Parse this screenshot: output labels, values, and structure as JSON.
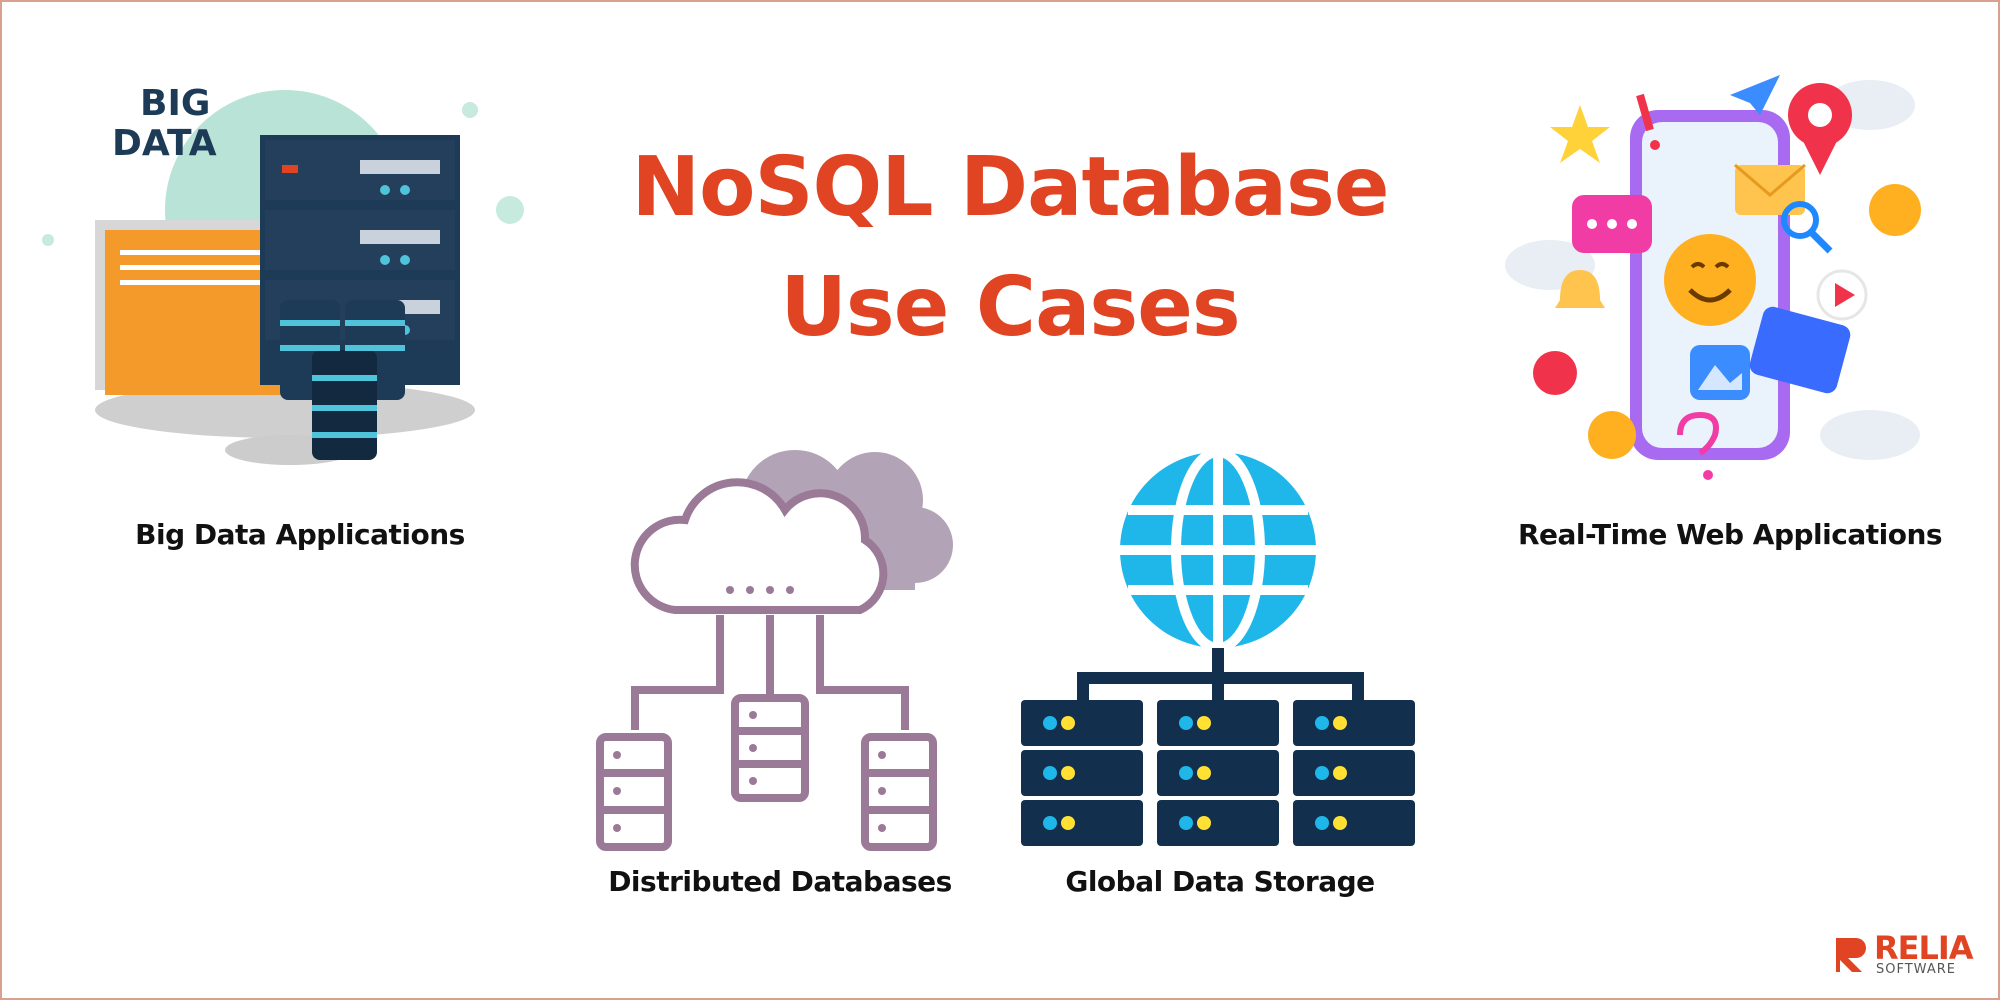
{
  "title": {
    "line1": "NoSQL Database",
    "line2": "Use Cases"
  },
  "use_cases": [
    {
      "label": "Big Data Applications",
      "icon": "big-data-servers-icon"
    },
    {
      "label": "Distributed Databases",
      "icon": "cloud-network-icon"
    },
    {
      "label": "Global Data Storage",
      "icon": "globe-servers-icon"
    },
    {
      "label": "Real-Time Web Applications",
      "icon": "smartphone-notifications-icon"
    }
  ],
  "illustration_text": {
    "big_data_line1": "BIG",
    "big_data_line2": "DATA"
  },
  "brand": {
    "name": "RELIA",
    "sub": "SOFTWARE"
  },
  "colors": {
    "accent": "#e04422",
    "caption": "#111111",
    "server_navy": "#1d3b57",
    "cloud_purple": "#9a7a96",
    "globe_blue": "#1fb6ea"
  }
}
